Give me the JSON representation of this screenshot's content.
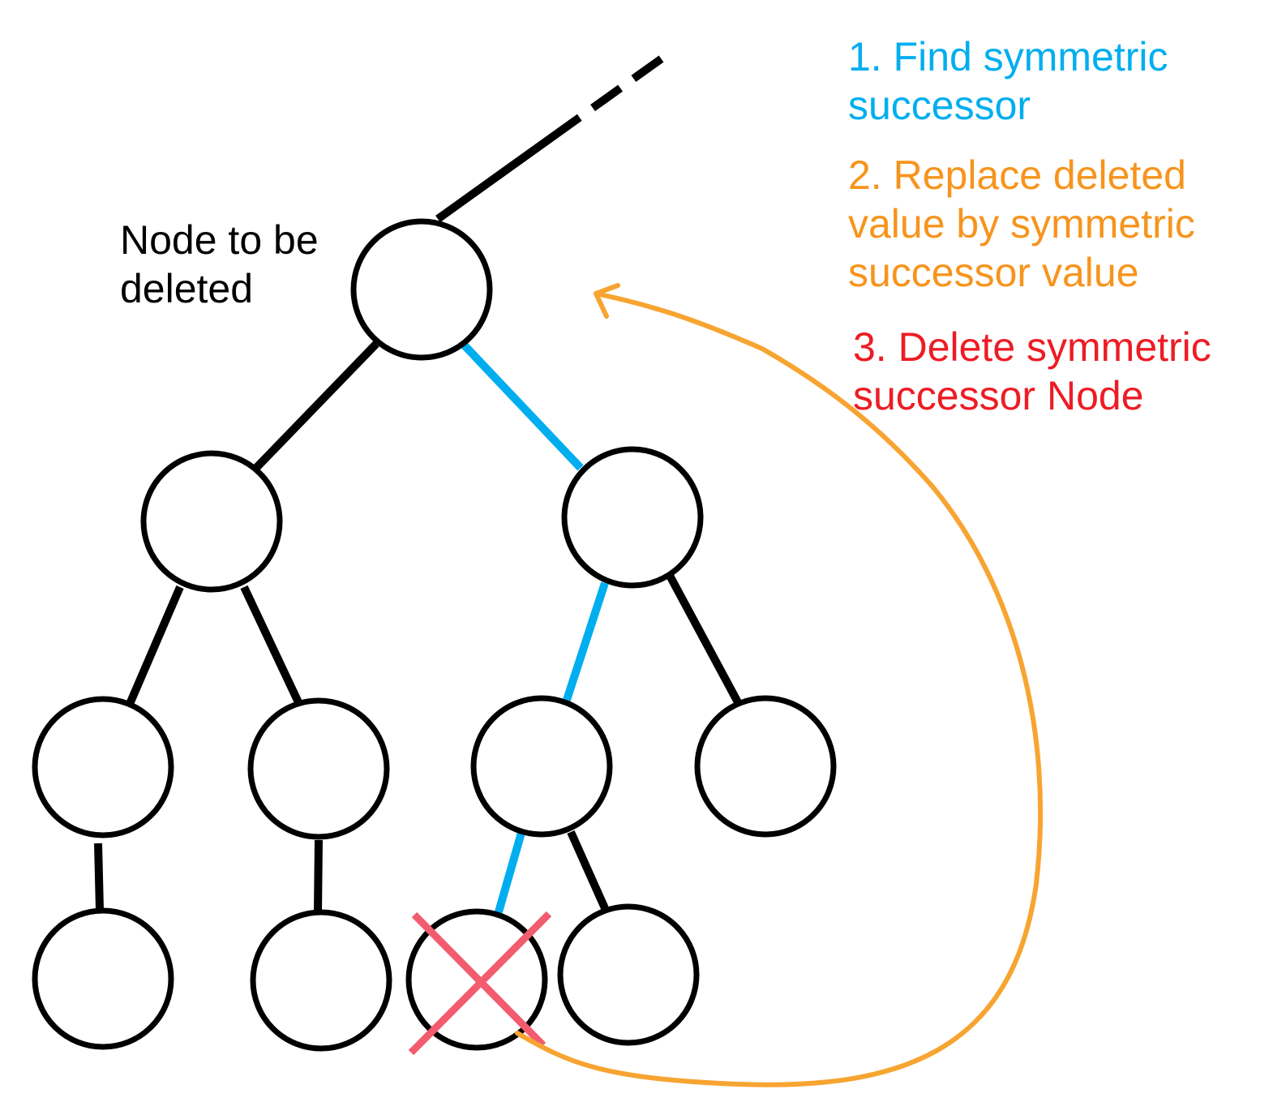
{
  "labels": {
    "node_to_be_deleted": "Node to be\ndeleted"
  },
  "steps": [
    {
      "text": "1. Find symmetric\nsuccessor",
      "color": "#00aeef"
    },
    {
      "text": "2. Replace deleted\nvalue by symmetric\nsuccessor value",
      "color": "#f7941d"
    },
    {
      "text": "3. Delete symmetric\nsuccessor Node",
      "color": "#ed1c24"
    }
  ],
  "colors": {
    "edge": "#000000",
    "path_edge": "#00aeef",
    "arrow": "#f7a431",
    "delete_mark": "#f25c6e",
    "node_fill": "#ffffff",
    "node_stroke": "#000000"
  }
}
